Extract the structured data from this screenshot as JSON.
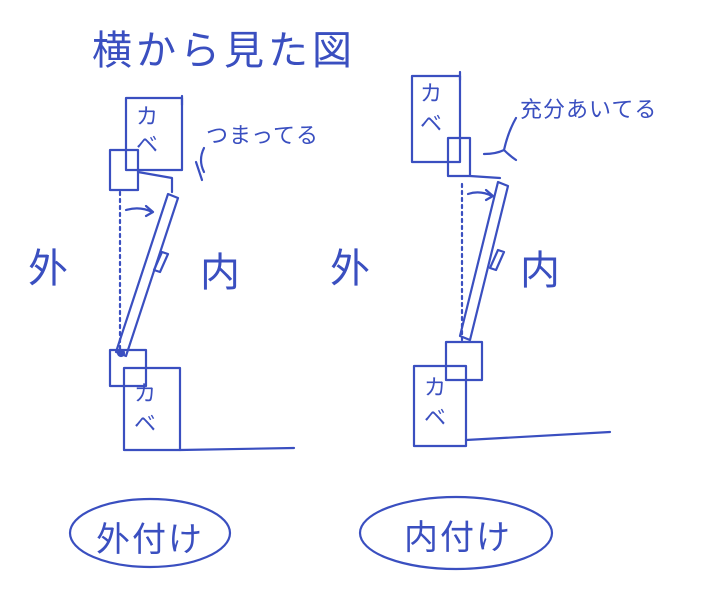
{
  "title": "横から見た図",
  "wall_label": "カベ",
  "left": {
    "gap_note": "つまってる",
    "outside": "外",
    "inside": "内",
    "oval_label": "外付け"
  },
  "right": {
    "gap_note": "充分あいてる",
    "outside": "外",
    "inside": "内",
    "oval_label": "内付け"
  },
  "colors": {
    "ink": "#3a4fc0",
    "background": "#ffffff"
  }
}
